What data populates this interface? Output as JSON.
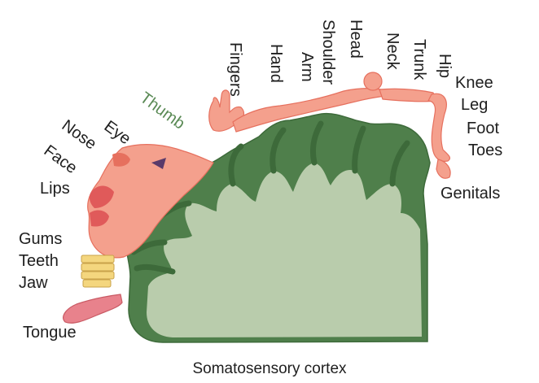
{
  "caption": "Somatosensory cortex",
  "colors": {
    "cortex_gray_matter": "#4f7f4b",
    "cortex_white_matter": "#b9ccac",
    "homunculus_skin": "#f4a08d",
    "skin_shadow": "#e6705e",
    "teeth": "#f4d67e",
    "label_text": "#1e1e1e",
    "thumb_label": "#5a8a55"
  },
  "labels": {
    "fingers": "Fingers",
    "hand": "Hand",
    "arm": "Arm",
    "shoulder": "Shoulder",
    "head": "Head",
    "neck": "Neck",
    "trunk": "Trunk",
    "hip": "Hip",
    "knee": "Knee",
    "leg": "Leg",
    "foot": "Foot",
    "toes": "Toes",
    "genitals": "Genitals",
    "thumb": "Thumb",
    "eye": "Eye",
    "nose": "Nose",
    "face": "Face",
    "lips": "Lips",
    "gums": "Gums",
    "teeth": "Teeth",
    "jaw": "Jaw",
    "tongue": "Tongue"
  }
}
